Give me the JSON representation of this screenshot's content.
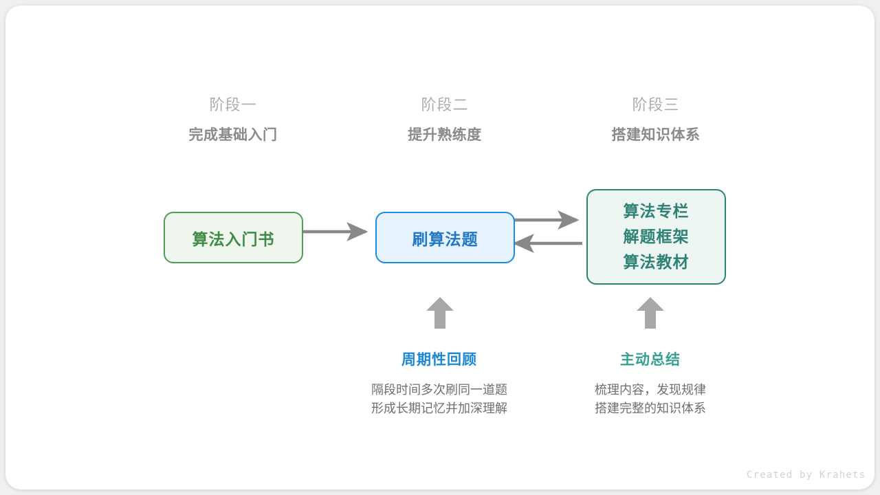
{
  "canvas": {
    "background": "#f0f0f0",
    "card_background": "#ffffff"
  },
  "stages": [
    {
      "title": "阶段一",
      "subtitle": "完成基础入门"
    },
    {
      "title": "阶段二",
      "subtitle": "提升熟练度"
    },
    {
      "title": "阶段三",
      "subtitle": "搭建知识体系"
    }
  ],
  "nodes": {
    "book": {
      "label": "算法入门书",
      "fill": "#eef6ee",
      "border": "#539c55",
      "text_color": "#3f8a46"
    },
    "practice": {
      "label": "刷算法题",
      "fill": "#e6f2fd",
      "border": "#1c8ce0",
      "text_color": "#2077c4"
    },
    "resources": {
      "lines": [
        "算法专栏",
        "解题框架",
        "算法教材"
      ],
      "fill": "#edf5f3",
      "border": "#2e8275",
      "text_color": "#2e8275"
    }
  },
  "connectors": {
    "color": "#888888",
    "book_to_practice": "arrow-right",
    "practice_to_resources": "arrow-right",
    "resources_to_practice": "arrow-left",
    "up_arrow_review": "arrow-up",
    "up_arrow_summary": "arrow-up"
  },
  "annotations": [
    {
      "title": "周期性回顾",
      "accent": "#1c88d4",
      "body_line1": "隔段时间多次刷同一道题",
      "body_line2": "形成长期记忆并加深理解"
    },
    {
      "title": "主动总结",
      "accent": "#34a08d",
      "body_line1": "梳理内容，发现规律",
      "body_line2": "搭建完整的知识体系"
    }
  ],
  "credit": "Created by Krahets"
}
